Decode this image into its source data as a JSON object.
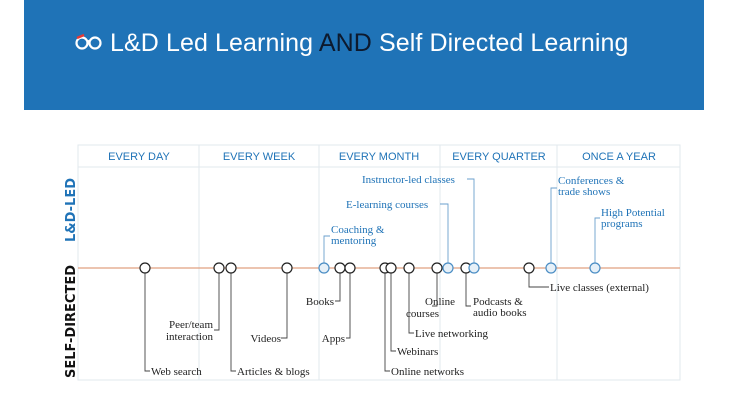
{
  "header": {
    "title_part1": "L&D Led Learning ",
    "title_part2": "AND",
    "title_part3": " Self Directed Learning",
    "logo_icon": "glasses-icon",
    "banner_color": "#1f73b7"
  },
  "frequency_headers": [
    "EVERY DAY",
    "EVERY WEEK",
    "EVERY MONTH",
    "EVERY QUARTER",
    "ONCE A YEAR"
  ],
  "row_labels": {
    "top": "L&D-LED",
    "bottom": "SELF-DIRECTED"
  },
  "ld_led_items": [
    "Instructor-led classes",
    "E-learning courses",
    "Coaching &",
    "mentoring",
    "Conferences &",
    "trade shows",
    "High Potential",
    "programs"
  ],
  "self_directed_items": [
    "Peer/team",
    "interaction",
    "Videos",
    "Books",
    "Apps",
    "Online",
    "courses",
    "Podcasts &",
    "audio books",
    "Live classes (external)",
    "Live networking",
    "Webinars",
    "Online networks",
    "Web search",
    "Articles & blogs"
  ],
  "colors": {
    "accent": "#1f73b7",
    "timeline": "#e0a080",
    "self_directed_text": "#111111"
  }
}
